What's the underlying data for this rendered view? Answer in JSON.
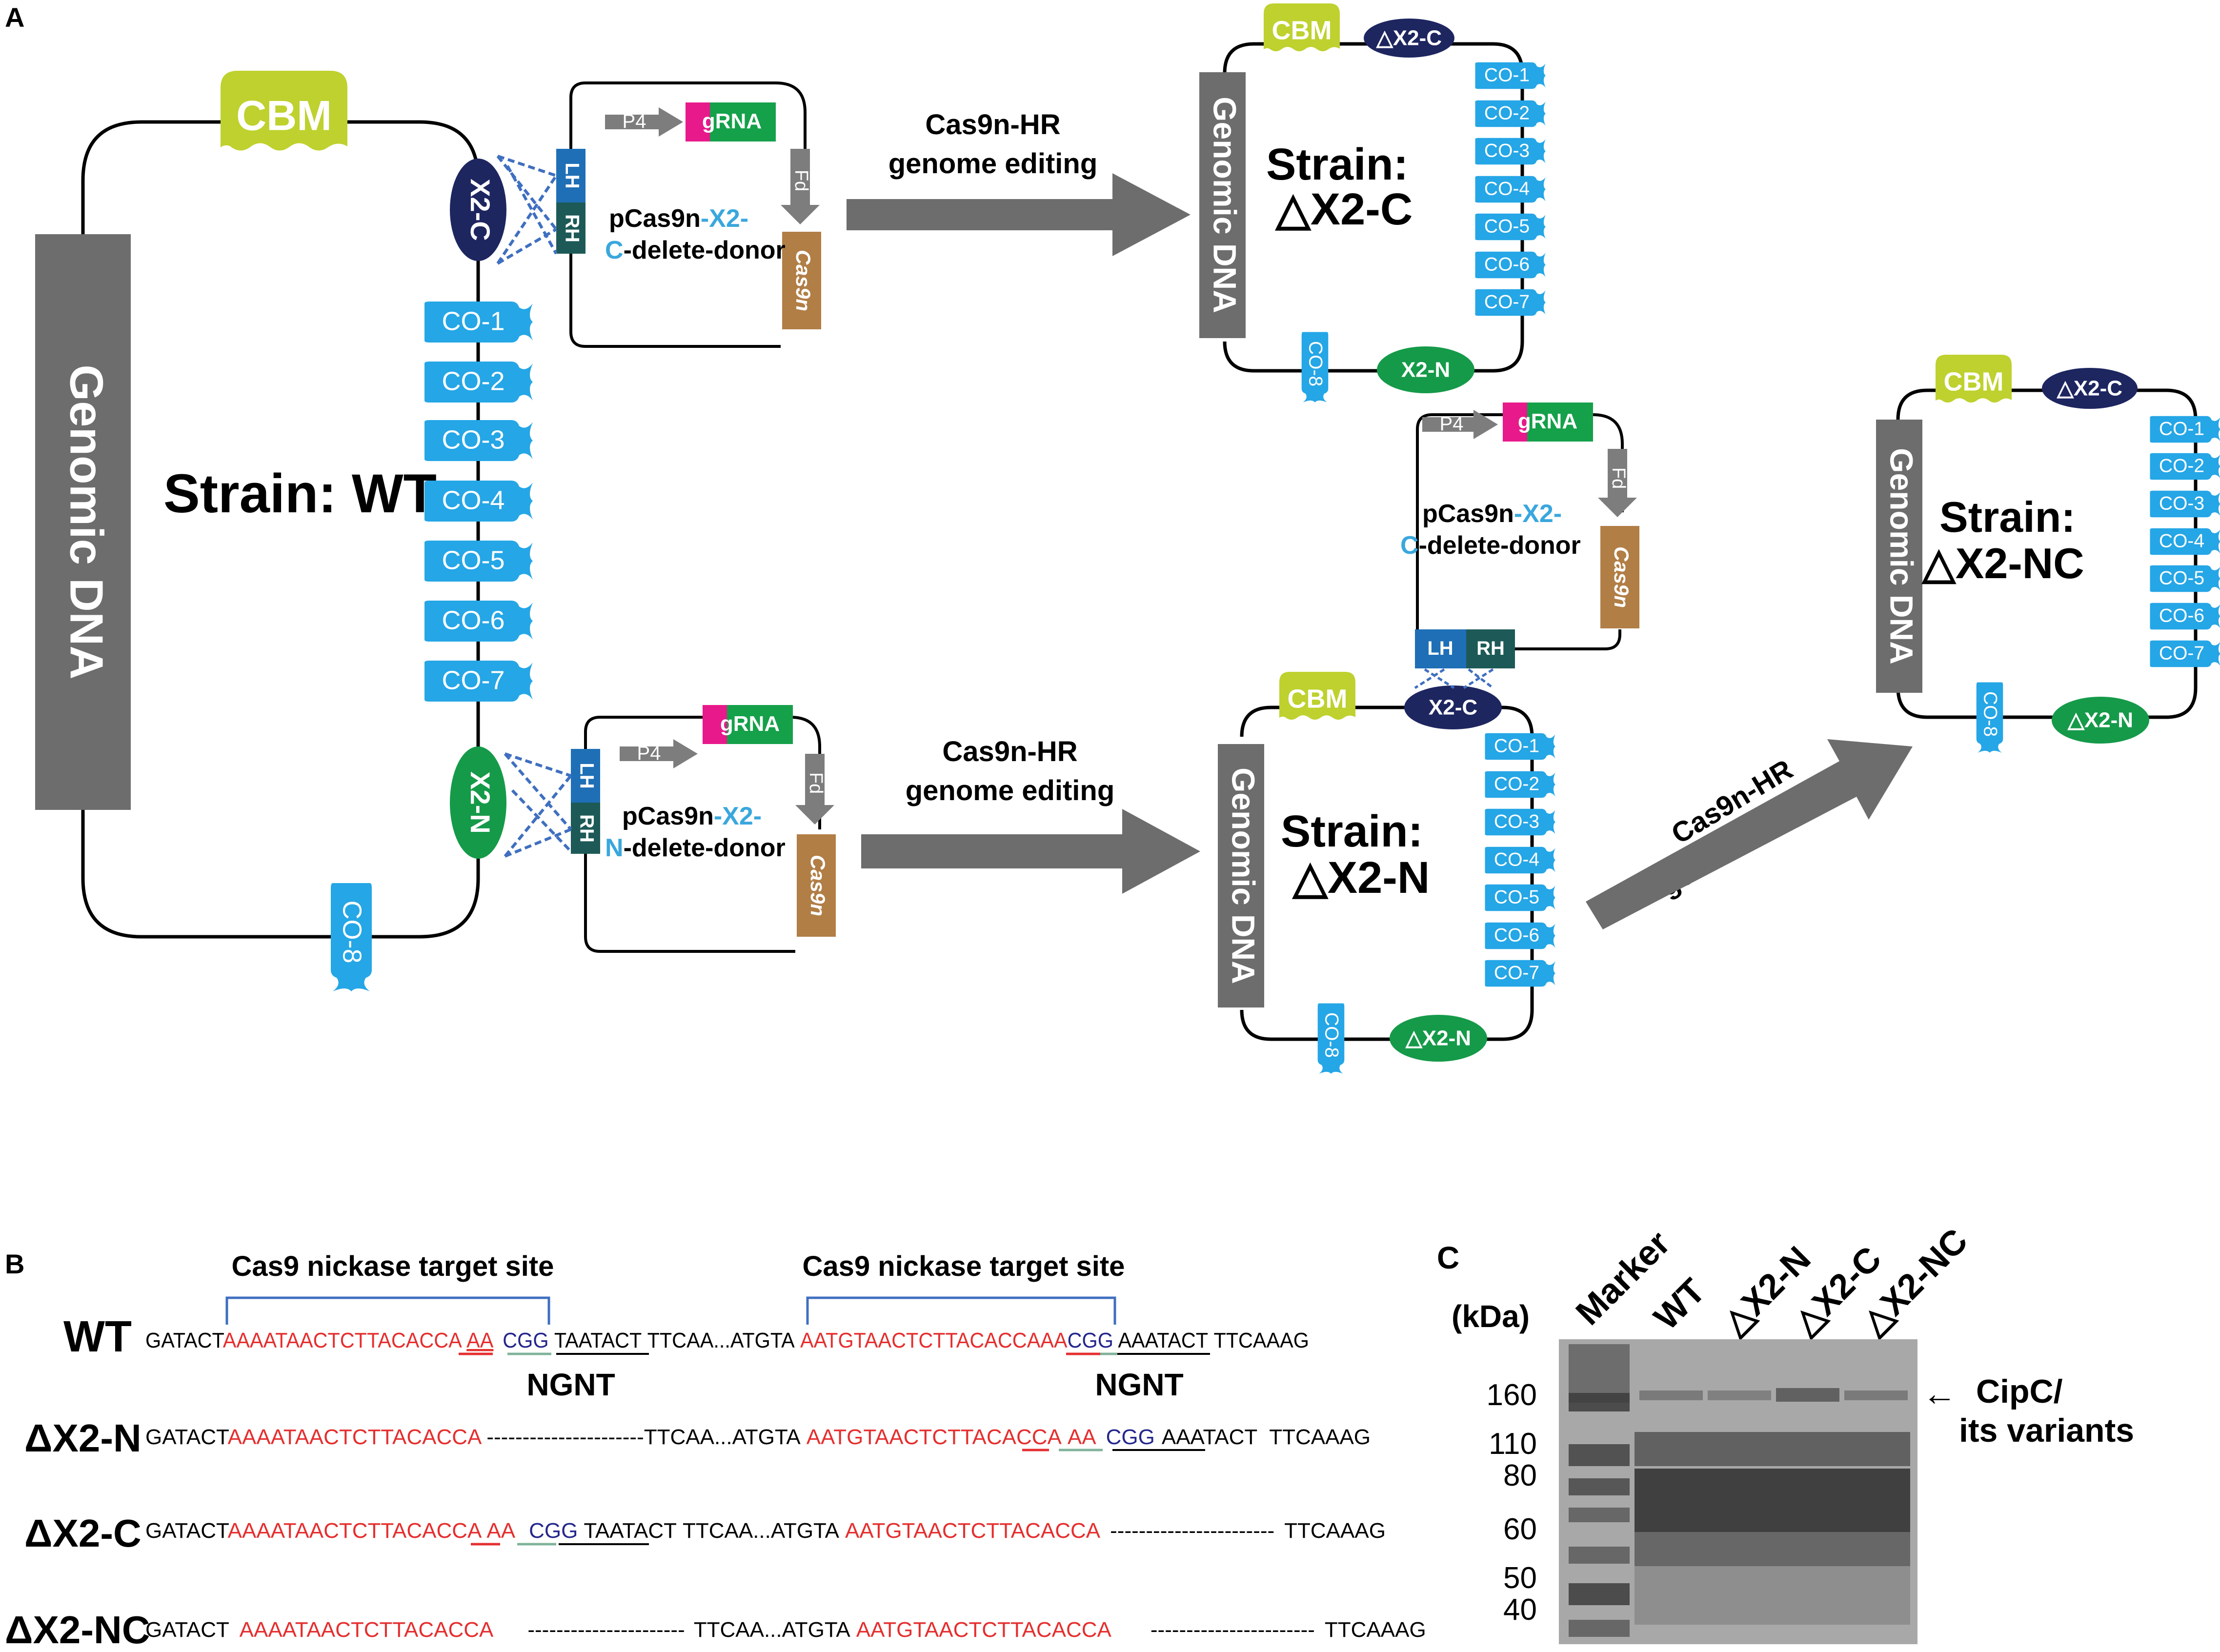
{
  "panels": {
    "a": "A",
    "b": "B",
    "c": "C"
  },
  "colors": {
    "genomic": "#6d6d6d",
    "cbm": "#bed12e",
    "co": "#25a6e6",
    "x2c": "#1e2660",
    "x2n": "#159a49",
    "lh": "#1f6fb6",
    "rh": "#1d5a57",
    "p4": "#7d7d7d",
    "grna_pink": "#e8198b",
    "grna_green": "#15a04a",
    "cas9n": "#b17e46",
    "red_seq": "#e52e2e",
    "blue_pam": "#24268c",
    "cyan_text": "#3aa7dd",
    "gel_bg": "#a8a8a8",
    "bracket": "#3f6fc0"
  },
  "labels": {
    "genomic_dna": "Genomic DNA",
    "cbm": "CBM",
    "x2c": "X2-C",
    "x2n": "X2-N",
    "dx2c": "△X2-C",
    "dx2n": "△X2-N",
    "lh": "LH",
    "rh": "RH",
    "p4": "P4",
    "grna": "gRNA",
    "fd": "Fd",
    "cas9n": "Cas9n",
    "co": [
      "CO-1",
      "CO-2",
      "CO-3",
      "CO-4",
      "CO-5",
      "CO-6",
      "CO-7",
      "CO-8"
    ]
  },
  "strain_wt": "Strain:  WT",
  "strain_prefix": "Strain:",
  "strain_dx2c": "△X2-C",
  "strain_dx2n": "△X2-N",
  "strain_dx2nc": "△X2-NC",
  "plasmid_c": {
    "line1_a": "pCas9n",
    "line1_b": "-X2-",
    "line2_a": "C",
    "line2_b": "-delete-donor"
  },
  "plasmid_n": {
    "line1_a": "pCas9n",
    "line1_b": "-X2-",
    "line2_a": "N",
    "line2_b": "-delete-donor"
  },
  "arrow_text": {
    "line1": "Cas9n-HR",
    "line2": "genome editing"
  },
  "panel_b": {
    "target_label": "Cas9 nickase target site",
    "ngnt": "NGNT",
    "rows": [
      {
        "label": "WT",
        "seg1": "GATACT",
        "seg2": "AAAATAACTCTTACACCA",
        "seg3": "AA",
        "seg4": "CGG",
        "seg5": "TAATACT",
        "seg6": "TTCAA...ATGTA",
        "seg7": "AATGTAACTCTTACACCA",
        "seg8": "AA",
        "seg9": "CGG",
        "seg10": "AAATACT",
        "seg11": "TTCAAAG"
      },
      {
        "label": "ΔX2-N",
        "seg1": "GATACT",
        "seg2": "AAAATAACTCTTACACCA",
        "dash1": "----------------------",
        "seg6": "TTCAA...ATGTA",
        "seg7": "AATGTAACTCTTACACCA",
        "seg8": "AA",
        "seg9": "CGG",
        "seg10": "AAATACT",
        "seg11": "TTCAAAG"
      },
      {
        "label": "ΔX2-C",
        "seg1": "GATACT",
        "seg2": "AAAATAACTCTTACACCA",
        "seg3": "AA",
        "seg4": "CGG",
        "seg5": "TAATACT",
        "seg6": "TTCAA...ATGTA",
        "seg7": "AATGTAACTCTTACACCA",
        "dash2": "-----------------------",
        "seg11": "TTCAAAG"
      },
      {
        "label": "ΔX2-NC",
        "seg1": "GATACT",
        "seg2": "AAAATAACTCTTACACCA",
        "dash1": "----------------------",
        "seg6": "TTCAA...ATGTA",
        "seg7": "AATGTAACTCTTACACCA",
        "dash2": "-----------------------",
        "seg11": "TTCAAAG"
      }
    ]
  },
  "panel_c": {
    "kda": "(kDa)",
    "lanes": [
      "Marker",
      "WT",
      "△X2-N",
      "△X2-C",
      "△X2-NC"
    ],
    "markers": [
      "160",
      "110",
      "80",
      "60",
      "50",
      "40"
    ],
    "annotation_line1": "CipC/",
    "annotation_line2": "its variants",
    "arrow": "←"
  }
}
